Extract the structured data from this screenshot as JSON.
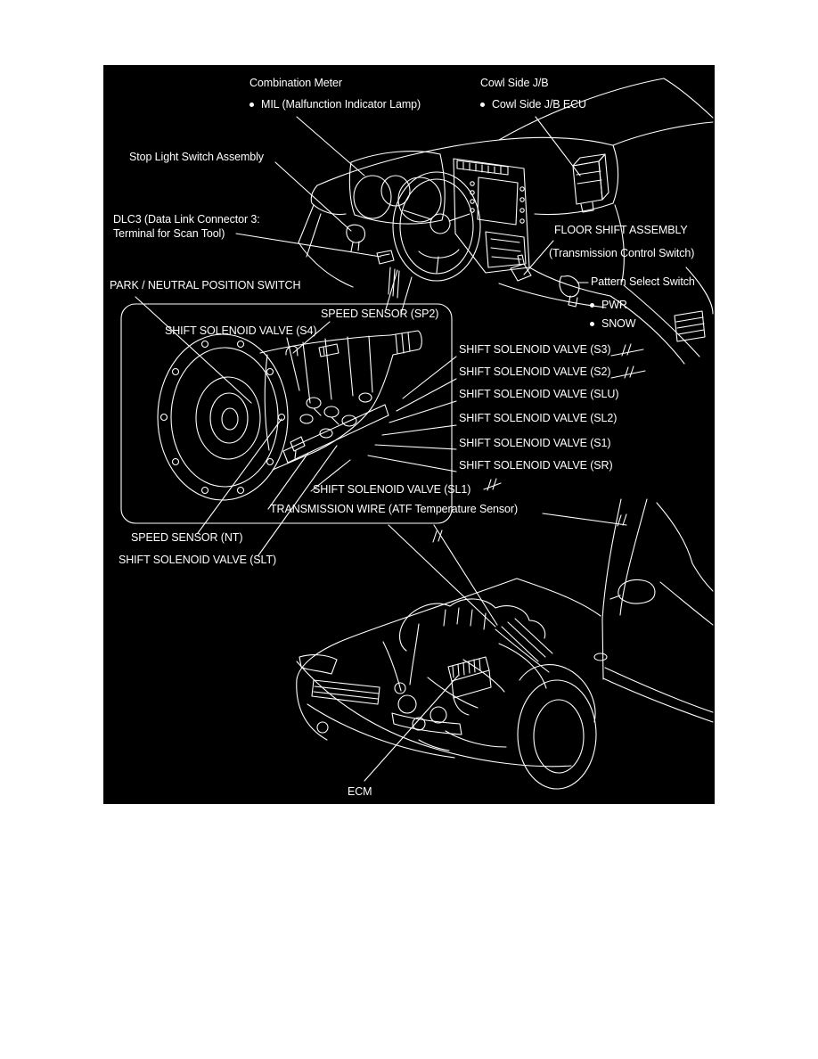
{
  "colors": {
    "background": "#ffffff",
    "panel": "#000000",
    "line": "#ffffff",
    "text": "#ffffff"
  },
  "labels": {
    "dash": {
      "combination_meter": "Combination Meter",
      "mil": "MIL (Malfunction Indicator Lamp)",
      "cowl_side_jb": "Cowl Side J/B",
      "cowl_side_jb_ecu": "Cowl Side J/B ECU",
      "stop_light_switch": "Stop Light Switch Assembly",
      "dlc3_line1": "DLC3 (Data Link Connector 3:",
      "dlc3_line2": "Terminal for Scan Tool)",
      "floor_shift_assembly": "FLOOR SHIFT ASSEMBLY",
      "transmission_control_switch": "(Transmission Control Switch)",
      "pattern_select_switch": "Pattern Select Switch",
      "pwr": "PWR",
      "snow": "SNOW"
    },
    "transmission": {
      "park_neutral_position_switch": "PARK / NEUTRAL POSITION SWITCH",
      "speed_sensor_sp2": "SPEED SENSOR (SP2)",
      "shift_solenoid_s4": "SHIFT SOLENOID VALVE (S4)",
      "shift_solenoid_s3": "SHIFT SOLENOID VALVE (S3)",
      "shift_solenoid_s2": "SHIFT SOLENOID VALVE (S2)",
      "shift_solenoid_slu": "SHIFT SOLENOID VALVE (SLU)",
      "shift_solenoid_sl2": "SHIFT SOLENOID VALVE (SL2)",
      "shift_solenoid_s1": "SHIFT SOLENOID VALVE (S1)",
      "shift_solenoid_sr": "SHIFT SOLENOID VALVE (SR)",
      "shift_solenoid_sl1": "SHIFT SOLENOID VALVE (SL1)",
      "transmission_wire": "TRANSMISSION WIRE (ATF Temperature Sensor)",
      "speed_sensor_nt": "SPEED SENSOR (NT)",
      "shift_solenoid_slt": "SHIFT SOLENOID VALVE (SLT)"
    },
    "engine": {
      "ecm": "ECM"
    }
  }
}
